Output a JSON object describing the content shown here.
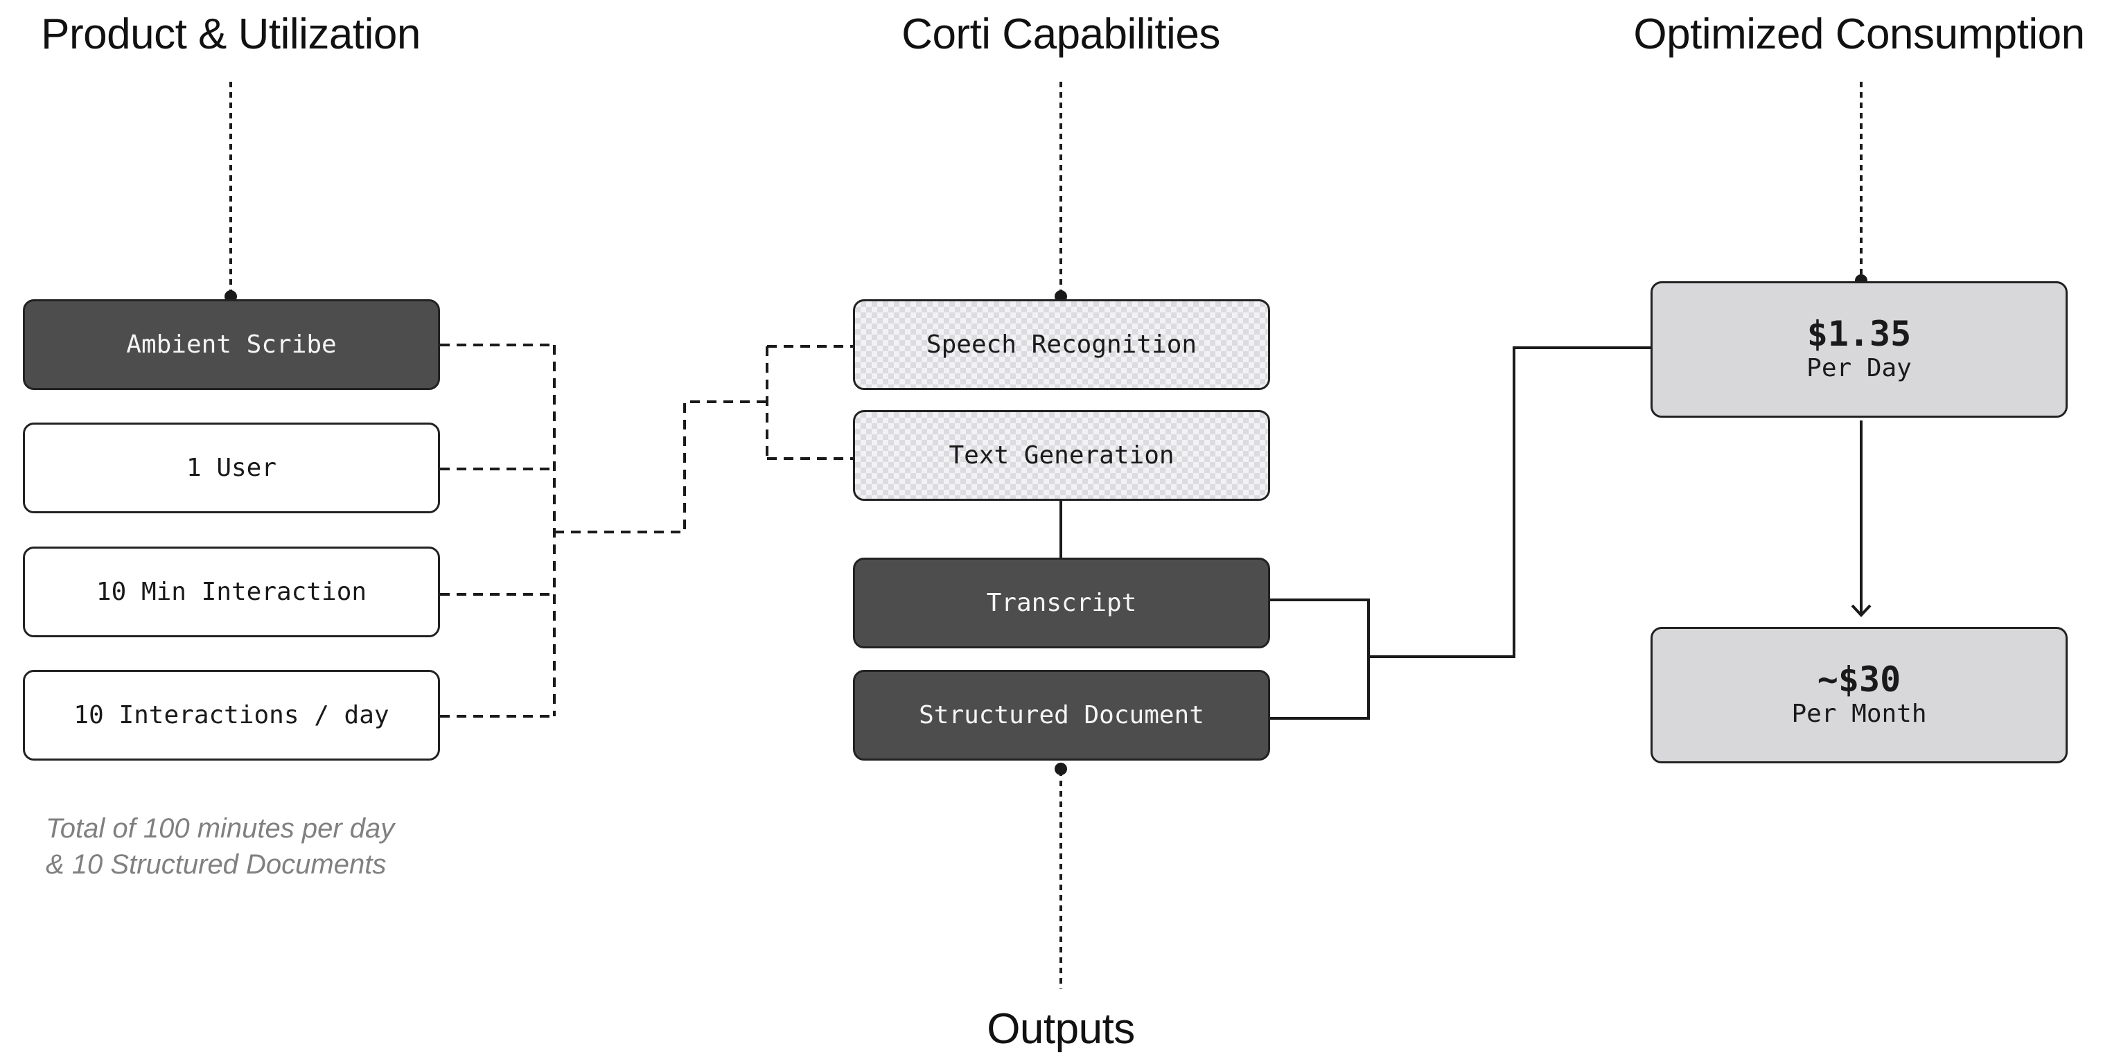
{
  "headings": {
    "product": "Product & Utilization",
    "capabilities": "Corti Capabilities",
    "consumption": "Optimized Consumption",
    "outputs": "Outputs"
  },
  "product_items": [
    {
      "label": "Ambient Scribe",
      "style": "dark"
    },
    {
      "label": "1 User",
      "style": "light"
    },
    {
      "label": "10 Min Interaction",
      "style": "light"
    },
    {
      "label": "10 Interactions / day",
      "style": "light"
    }
  ],
  "note": {
    "line1": "Total of 100 minutes per day",
    "line2": "& 10 Structured Documents"
  },
  "capabilities": [
    {
      "label": "Speech Recognition"
    },
    {
      "label": "Text Generation"
    }
  ],
  "outputs": [
    {
      "label": "Transcript"
    },
    {
      "label": "Structured Document"
    }
  ],
  "consumption": {
    "daily": {
      "amount": "$1.35",
      "period": "Per Day"
    },
    "monthly": {
      "amount": "~$30",
      "period": "Per Month"
    }
  },
  "colors": {
    "dark_box": "#4d4d4d",
    "price_box": "#d8d8da",
    "line": "#1a1a1a",
    "note_text": "#808080"
  }
}
